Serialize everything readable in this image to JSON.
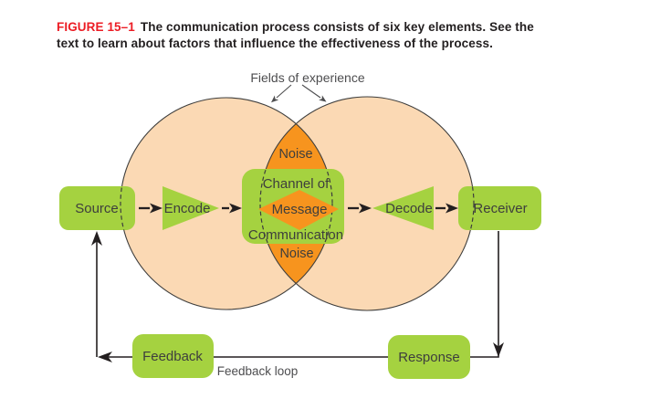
{
  "caption": {
    "label": "FIGURE 15–1",
    "line1": "The communication process consists of six key elements. See the",
    "line2": "text to learn about factors that influence the effectiveness of the process."
  },
  "diagram": {
    "fields_label": "Fields of experience",
    "noise_top": "Noise",
    "noise_bottom": "Noise",
    "source": "Source",
    "encode": "Encode",
    "channel_line1": "Channel of",
    "message": "Message",
    "channel_line2": "Communication",
    "decode": "Decode",
    "receiver": "Receiver",
    "feedback": "Feedback",
    "response": "Response",
    "feedback_loop": "Feedback loop"
  },
  "colors": {
    "box_green": "#A5D240",
    "circle_peach": "#FBD9B4",
    "noise_orange": "#F7941E",
    "outline_gray": "#3E3E3D",
    "arrow_black": "#231F20",
    "caption_red": "#EC1C24",
    "caption_black": "#231F20",
    "secondary_text_gray": "#4D4D4F"
  }
}
